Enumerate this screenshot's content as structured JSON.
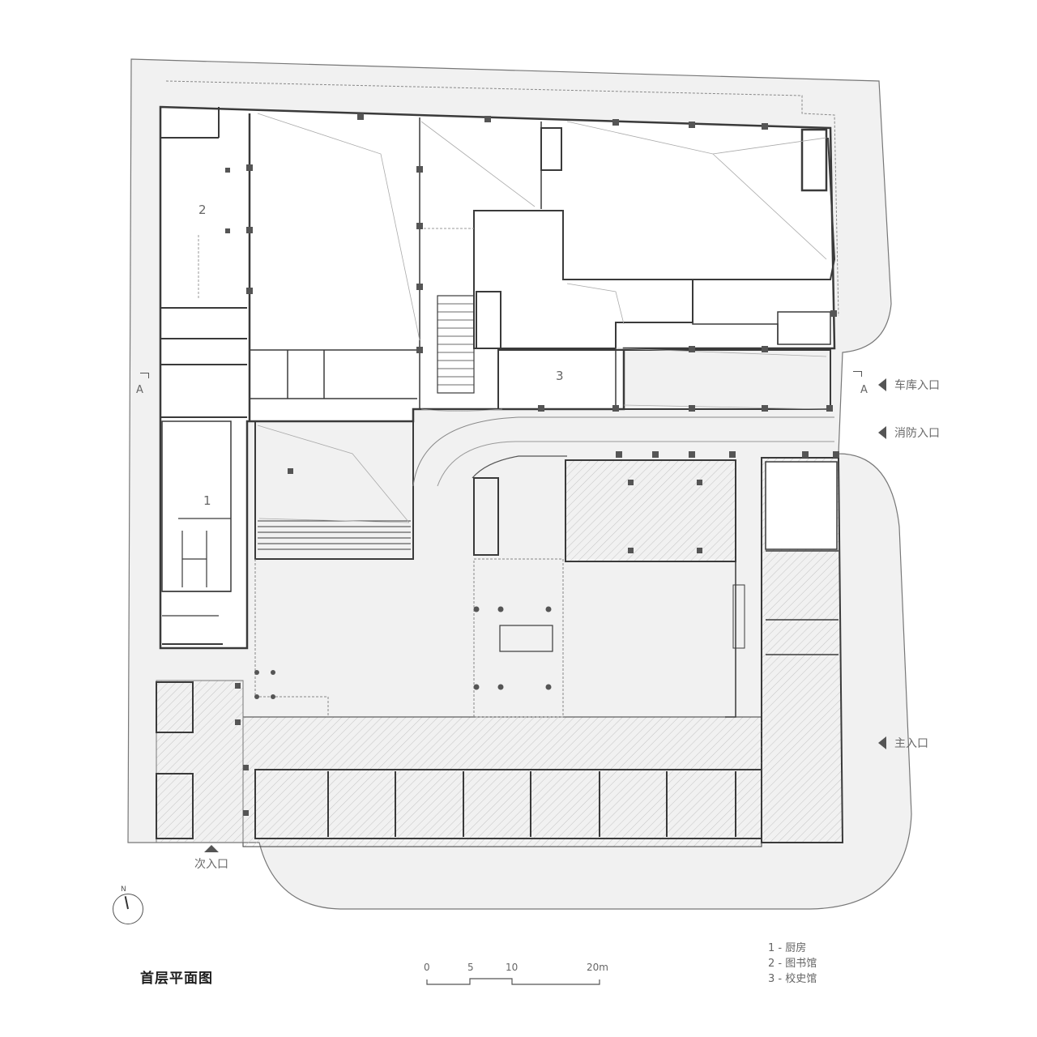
{
  "title": "首层平面图",
  "north_arrow": {
    "label": "N"
  },
  "section_marker": {
    "left_label": "A",
    "right_label": "A"
  },
  "rooms": [
    {
      "number": "1",
      "name": "厨房"
    },
    {
      "number": "2",
      "name": "图书馆"
    },
    {
      "number": "3",
      "name": "校史馆"
    }
  ],
  "legend": {
    "items": [
      "1 - 厨房",
      "2 - 图书馆",
      "3 - 校史馆"
    ]
  },
  "entrances": {
    "garage": "车库入口",
    "fire": "消防入口",
    "main": "主入口",
    "secondary": "次入口"
  },
  "scale_bar": {
    "ticks": [
      "0",
      "5",
      "10",
      "20m"
    ],
    "unit": "m"
  },
  "colors": {
    "site_fill": "#f1f1f1",
    "wall": "#3a3a3a",
    "column": "#555555",
    "hatch": "#bdbdbd",
    "text": "#6a6a6a",
    "outline": "#777777"
  }
}
